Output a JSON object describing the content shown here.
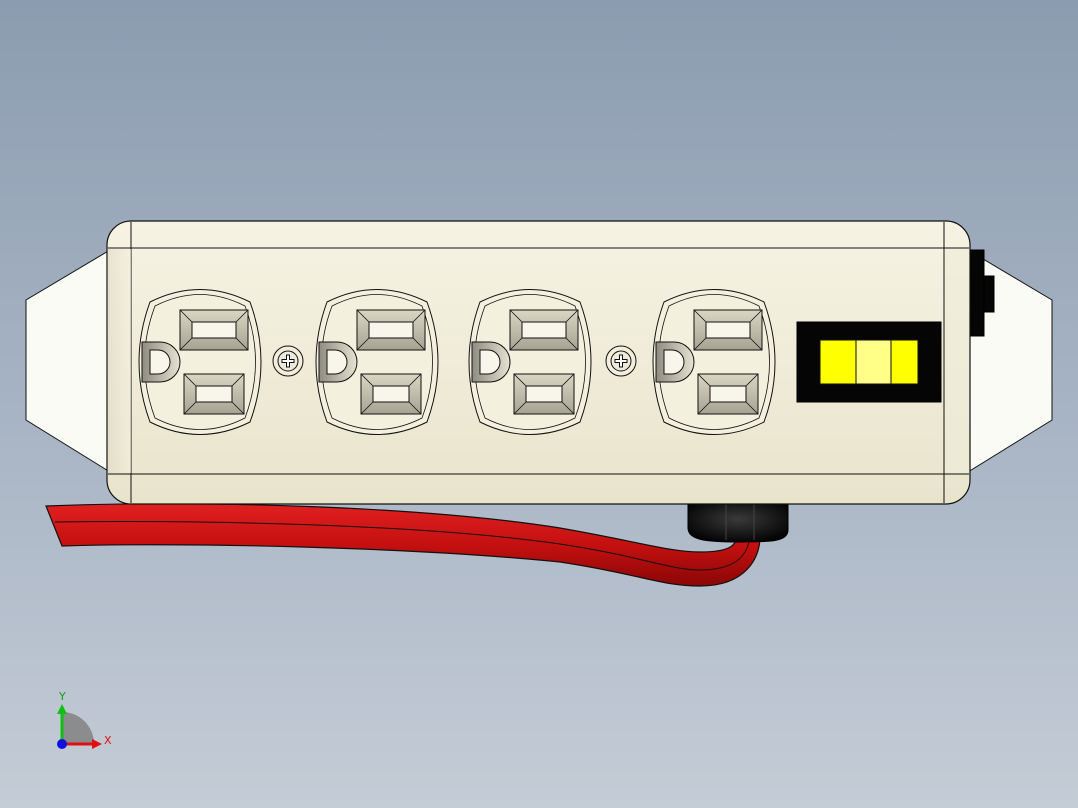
{
  "viewport": {
    "background_top": "#8c9cb0",
    "background_bottom": "#c4ccd6"
  },
  "model": {
    "body_color": "#f1eedb",
    "cord_color": "#c51010",
    "switch_colors": [
      "#ffff00",
      "#ffff88",
      "#ffff00"
    ],
    "outlet_count": 4,
    "screw_count": 2
  },
  "triad": {
    "x_label": "X",
    "y_label": "Y",
    "x_color": "#e01010",
    "y_color": "#10c010",
    "z_color": "#1010e0"
  }
}
